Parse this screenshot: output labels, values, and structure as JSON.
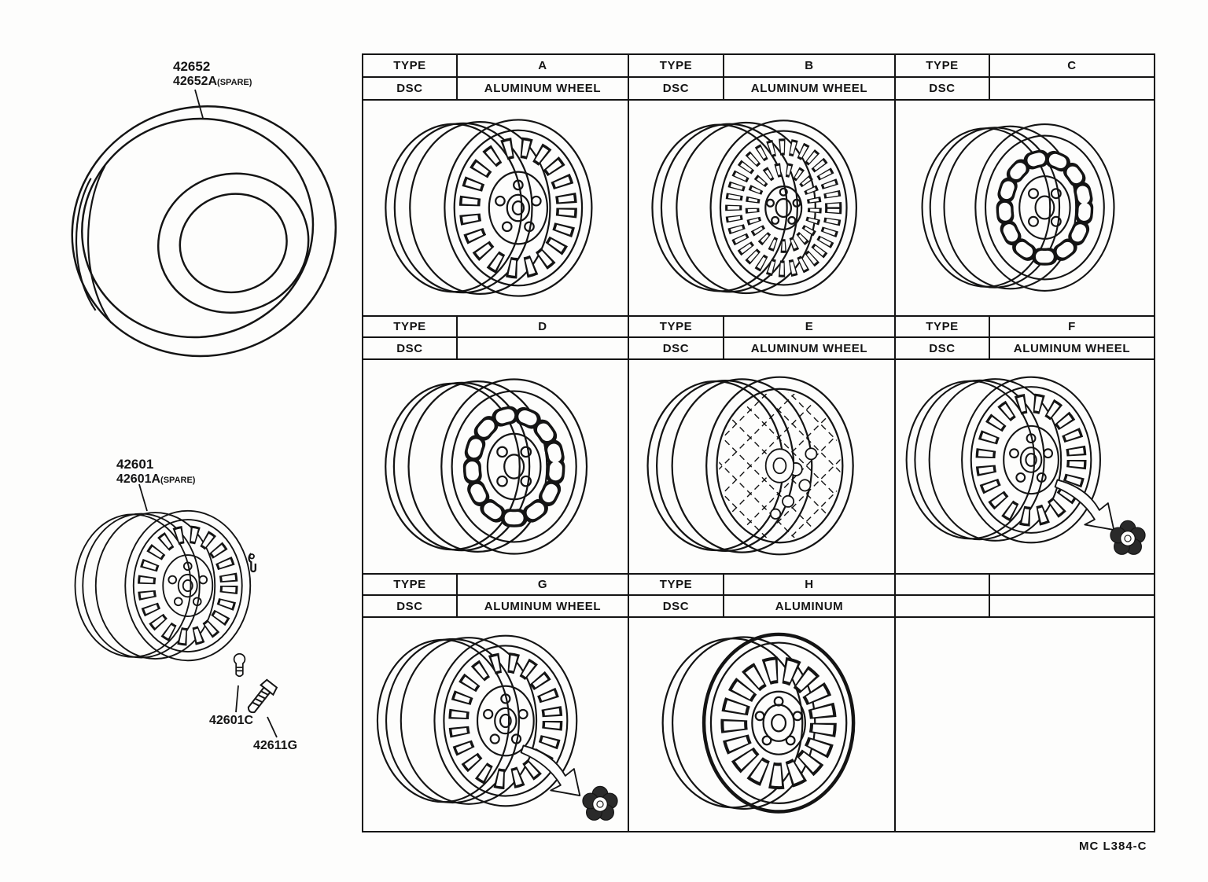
{
  "diagram": {
    "footer_code": "MC L384-C",
    "labels": {
      "tire_part": "42652",
      "tire_spare": "42652A",
      "tire_spare_note": "(SPARE)",
      "wheel_part": "42601",
      "wheel_spare": "42601A",
      "wheel_spare_note": "(SPARE)",
      "valve_part": "42601C",
      "bolt_part": "42611G"
    },
    "table": {
      "type_header": "TYPE",
      "dsc_header": "DSC",
      "cells": [
        {
          "type": "A",
          "dsc": "ALUMINUM WHEEL",
          "illustration": "alloy-slotted-wheel"
        },
        {
          "type": "B",
          "dsc": "ALUMINUM WHEEL",
          "illustration": "alloy-finned-wheel"
        },
        {
          "type": "C",
          "dsc": "",
          "illustration": "steel-wheel"
        },
        {
          "type": "D",
          "dsc": "",
          "illustration": "steel-wheel"
        },
        {
          "type": "E",
          "dsc": "ALUMINUM WHEEL",
          "illustration": "alloy-mesh-wheel"
        },
        {
          "type": "F",
          "dsc": "ALUMINUM WHEEL",
          "illustration": "alloy-wheel-with-center-cap"
        },
        {
          "type": "G",
          "dsc": "ALUMINUM WHEEL",
          "illustration": "alloy-wheel-with-center-cap"
        },
        {
          "type": "H",
          "dsc": "ALUMINUM",
          "illustration": "alloy-wheel-front-view"
        },
        {
          "type": "",
          "dsc": "",
          "illustration": null
        }
      ]
    }
  }
}
